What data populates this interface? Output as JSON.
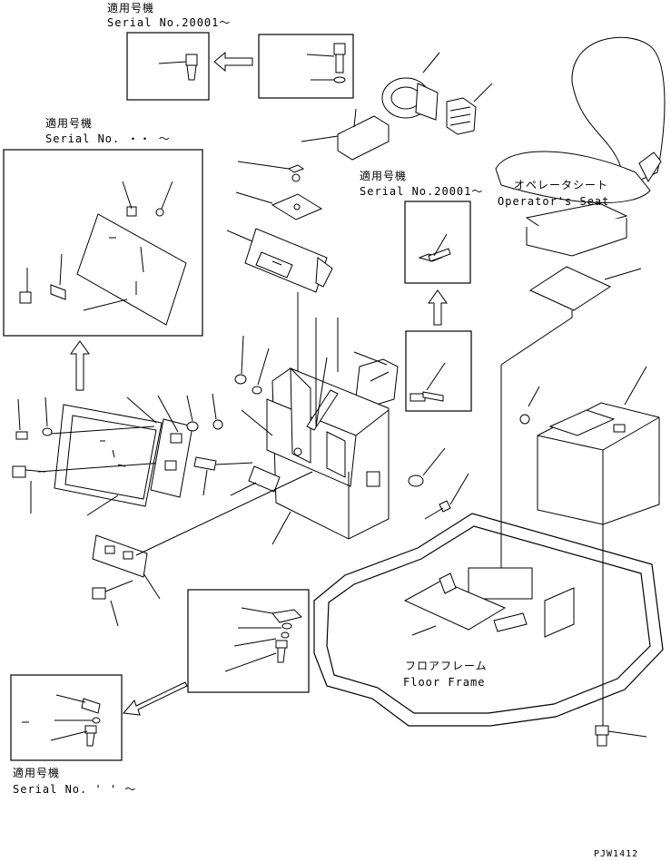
{
  "labels": {
    "serial_top_jp": "適用号機",
    "serial_top": "Serial No.20001～",
    "serial_left_jp": "適用号機",
    "serial_left": "Serial No. ・・ ～",
    "serial_mid_jp": "適用号機",
    "serial_mid": "Serial No.20001～",
    "serial_bottom_jp": "適用号機",
    "serial_bottom": "Serial No. ' ' ～",
    "seat_jp": "オペレータシート",
    "seat_en": "Operator's Seat",
    "floor_jp": "フロアフレーム",
    "floor_en": "Floor Frame",
    "drawing_code": "PJW1412"
  }
}
